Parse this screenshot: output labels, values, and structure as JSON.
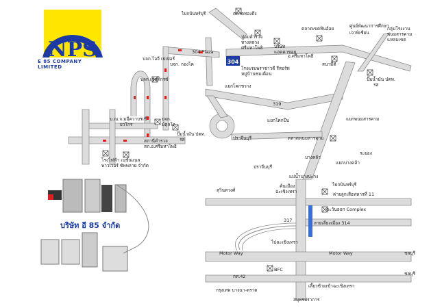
{
  "colors": {
    "logo_blue": "#1b3aa6",
    "logo_yellow": "#ffe600",
    "road_gray": "#dcdcdc",
    "road_stroke": "#8c8c8c",
    "red_arrow": "#e02020",
    "river_blue": "#3b6fd8",
    "route_badge": "#1b3aa6"
  },
  "logo": {
    "mark": "NPS",
    "tagline": "E 85 COMPANY LIMITED"
  },
  "company_th": "บริษัท อี 85 จำกัด",
  "route_badge": "304",
  "labels": [
    "ไปกบินทร์บุรี",
    "ตลาดทองถึง",
    "ศูนย์พัฒนาการศึกษา",
    "เจาพิเชียน",
    "ตลาดเขตหินอ้อย",
    "ปอมตำรวจ",
    "ทางหลวง",
    "ศรีมหาโพธิ",
    "บริษัท",
    "แอดคาซอย",
    "กลุ่มโรงงาน",
    "พนมสารคาม",
    "แหลมเขต",
    "304 Plaza",
    "โรงแรมพราชาวดี รีสอร์ท",
    "หมู่บ้านชมเดือน",
    "อ.ศรีมหาโพธิ",
    "สนามีติ",
    "บจก.ไอจี เปเปอร์",
    "บจก. กองโค",
    "แยกโคกชวาง",
    "ปั๊มน้ำมัน ปตท.",
    "รส",
    "319",
    "บจก.เชสด์ิกรซ์",
    "แยกพนมสารคาม",
    "แยกโคกปีบ",
    "ปราจีนบุรี",
    "ตลาดพนมสารคาม",
    "บ.ณ.จ.มอีควาบรเชี่",
    "ยวโกร",
    "บจก.",
    "มัตุลโล",
    "ปั๊มน้ำมัน ปตท.",
    "รส",
    "สถานีตำรวจ",
    "สภ.อ.ศรีมหาโพธิ",
    "โรงไฟฟ้า เนชั่นแนล",
    "พาวเวอร์ ซัพพลาย จำกัด",
    "ระยอง",
    "บางคล้า",
    "แยกบางคล้า",
    "ปราจีนบุรี",
    "ค้นเมือง",
    "ฉะเชิงเทรา",
    "แม่น้ำบางปะกง",
    "ไปกบินทร์บุรี",
    "ค่ายลูกเสือทหารที่ 11",
    "สุวินทวงศ์",
    "ตะวันออก Complex",
    "317",
    "สายเลี่ยงเมือง 314",
    "ไปฉะเชิงเทรา",
    "Motor Way",
    "Motor Way",
    "ชลบุรี",
    "BFC",
    "กท.42",
    "ชลบุรี",
    "กรุงเทพ บางนา-ตราด",
    "เลี้ยวซ้ายเข้าฉะเชิงเทรา",
    "สมุทรปราการ"
  ]
}
